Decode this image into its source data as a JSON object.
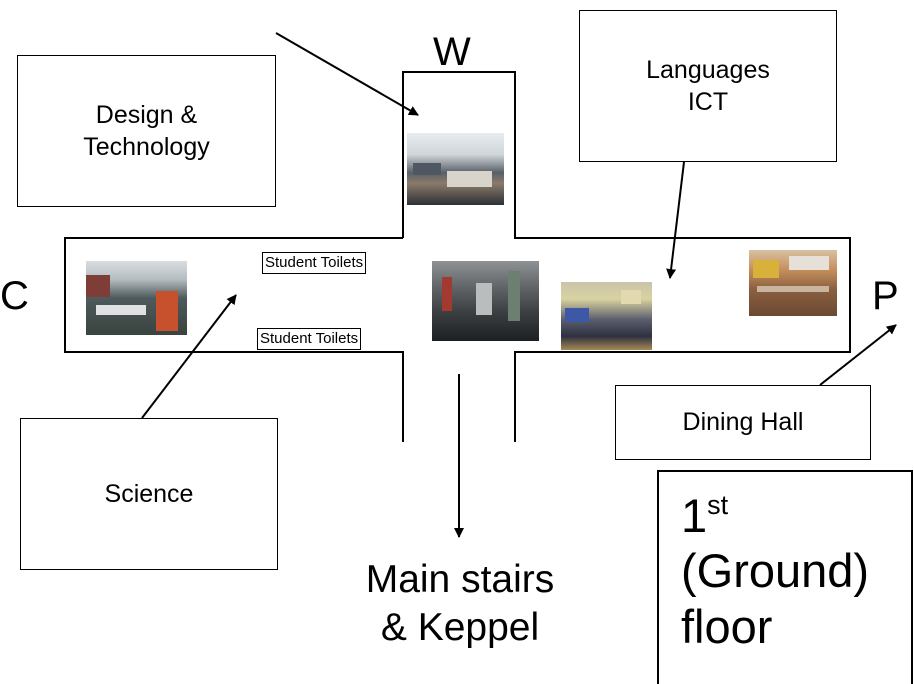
{
  "compass": {
    "north": "W",
    "west": "C",
    "east": "P"
  },
  "departments": {
    "design_technology": "Design &\nTechnology",
    "languages_ict": "Languages\nICT",
    "science": "Science",
    "dining_hall": "Dining Hall"
  },
  "toilets": {
    "upper": "Student Toilets",
    "lower": "Student Toilets"
  },
  "stairs": "Main stairs\n& Keppel",
  "floor": {
    "number": "1",
    "suffix": "st",
    "line2": "(Ground)",
    "line3": "floor"
  },
  "colors": {
    "line": "#000000",
    "background": "#ffffff"
  },
  "photos": [
    "classroom-photo",
    "science-lab-photo",
    "corridor-photo",
    "ict-room-photo",
    "dining-room-photo"
  ]
}
